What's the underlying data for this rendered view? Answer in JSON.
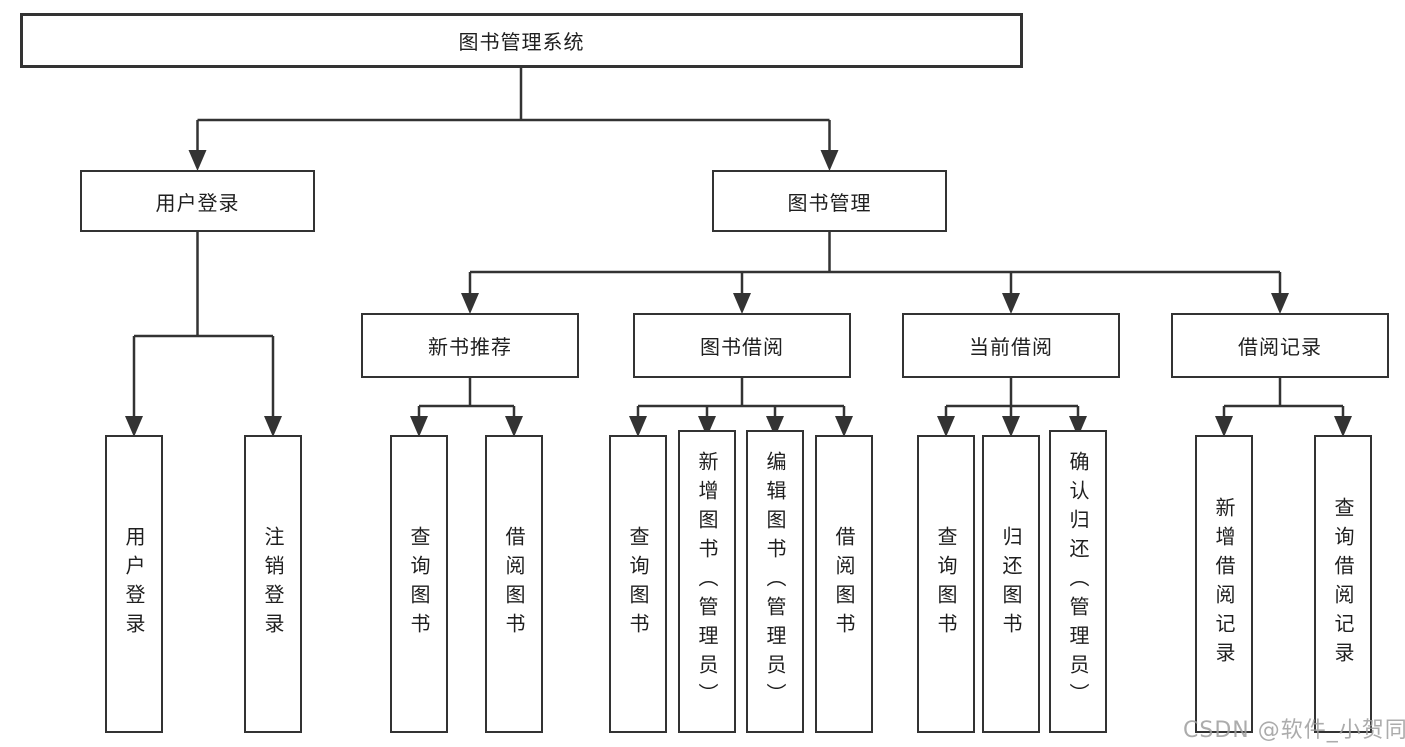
{
  "diagram": {
    "root": {
      "label": "图书管理系统"
    },
    "branches": [
      {
        "label": "用户登录",
        "children": [
          {
            "label": "用户登录"
          },
          {
            "label": "注销登录"
          }
        ]
      },
      {
        "label": "图书管理",
        "groups": [
          {
            "label": "新书推荐",
            "children": [
              {
                "label": "查询图书"
              },
              {
                "label": "借阅图书"
              }
            ]
          },
          {
            "label": "图书借阅",
            "children": [
              {
                "label": "查询图书"
              },
              {
                "label": "新增图书（管理员）"
              },
              {
                "label": "编辑图书（管理员）"
              },
              {
                "label": "借阅图书"
              }
            ]
          },
          {
            "label": "当前借阅",
            "children": [
              {
                "label": "查询图书"
              },
              {
                "label": "归还图书"
              },
              {
                "label": "确认归还（管理员）"
              }
            ]
          },
          {
            "label": "借阅记录",
            "children": [
              {
                "label": "新增借阅记录"
              },
              {
                "label": "查询借阅记录"
              }
            ]
          }
        ]
      }
    ],
    "watermark": "CSDN @软件_小贺同学",
    "colors": {
      "line": "#333333",
      "text": "#1f1f1f",
      "watermark": "#9e9e9e",
      "background": "#ffffff"
    }
  }
}
